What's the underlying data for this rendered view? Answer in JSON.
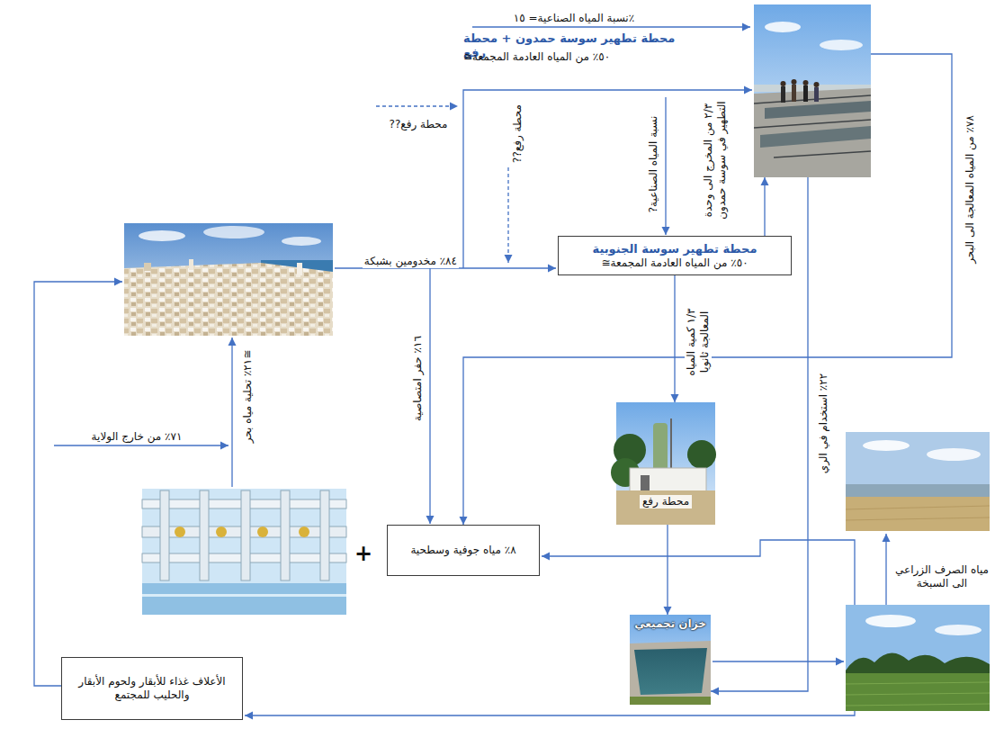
{
  "diagram": {
    "nodes": [
      {
        "text": [
          "محطة تطهير سوسة حمدون + محطة رفع",
          "≅٥٠٪ من المياه العادمة المجمعة"
        ]
      },
      {
        "text": [
          "محطة تطهير سوسة الجنوبية",
          "≅٥٠٪ من المياه العادمة المجمعة"
        ]
      },
      {
        "text": [
          "محطة رفع"
        ]
      },
      {
        "text": [
          "خزان تجميعي"
        ]
      },
      {
        "text": [
          "٨٪ مياه جوفية وسطحية"
        ]
      },
      {
        "text": [
          "الأعلاف غذاء للأبقار ولحوم الأبقار والحليب للمجتمع"
        ]
      }
    ],
    "edges": [
      {
        "from": 1,
        "to": 0,
        "arrow": "to",
        "label": "٢/٣ من المخرج الى وحدة التطهير في سوسة حمدون"
      },
      {
        "from": 1,
        "to": 2,
        "arrow": "to",
        "label": "١/٣ كمية المياه المعالجة ثانويا"
      },
      {
        "from": 2,
        "to": 3,
        "arrow": "to"
      },
      {
        "from": 0,
        "to": 3,
        "arrow": "to",
        "label": "٢٢٪ استخدام في الري"
      },
      {
        "from": 0,
        "to": 4,
        "arrow": "to",
        "label": "٧٨٪ من المياه المعالجة الى البحر"
      }
    ],
    "labels": [
      "نسبة المياه الصناعية= ١٥٪",
      "??محطة رفع",
      "??محطة رفع",
      "?نسبة المياه الصناعية",
      "٨٤٪ مخدومين بشبكة",
      "١٦٪ حفر امتصاصية",
      "٧١٪ من خارج الولاية",
      "٢١٪ تحلية مياه بحر≅",
      "+",
      "مياه الصرف الزراعي الى السبخة"
    ]
  }
}
